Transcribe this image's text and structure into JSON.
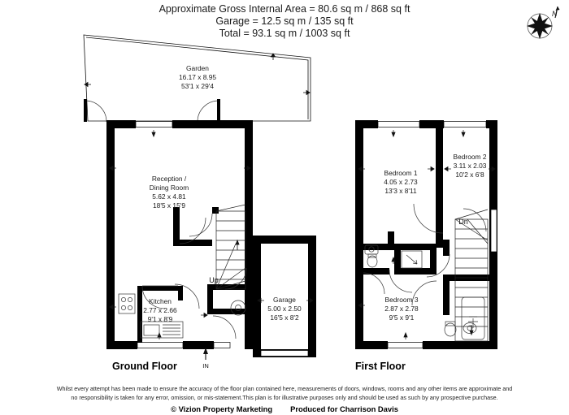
{
  "header": {
    "line1": "Approximate Gross Internal Area = 80.6 sq m / 868 sq ft",
    "line2": "Garage = 12.5 sq m / 135 sq ft",
    "line3": "Total = 93.1 sq m / 1003 sq ft"
  },
  "compass": {
    "north_label": "N",
    "icon": "compass-rose-icon"
  },
  "floors": [
    {
      "id": "ground",
      "title": "Ground Floor"
    },
    {
      "id": "first",
      "title": "First Floor"
    }
  ],
  "rooms": {
    "garden": {
      "name": "Garden",
      "metric": "16.17 x 8.95",
      "imperial": "53'1 x 29'4"
    },
    "reception": {
      "name_line1": "Reception /",
      "name_line2": "Dining Room",
      "metric": "5.62 x 4.81",
      "imperial": "18'5 x 15'9"
    },
    "kitchen": {
      "name": "Kitchen",
      "metric": "2.77 x 2.66",
      "imperial": "9'1 x 8'9"
    },
    "garage": {
      "name": "Garage",
      "metric": "5.00 x 2.50",
      "imperial": "16'5 x 8'2"
    },
    "bedroom1": {
      "name": "Bedroom 1",
      "metric": "4.05 x 2.73",
      "imperial": "13'3 x 8'11"
    },
    "bedroom2": {
      "name": "Bedroom 2",
      "metric": "3.11 x 2.03",
      "imperial": "10'2 x 6'8"
    },
    "bedroom3": {
      "name": "Bedroom 3",
      "metric": "2.87 x 2.78",
      "imperial": "9'5 x 9'1"
    }
  },
  "markers": {
    "stairs_up": "Up",
    "stairs_down": "Dn",
    "entrance": "IN"
  },
  "footer": {
    "disclaimer_line1": "Whilst every attempt has been made to ensure the accuracy of the floor plan contained here, measurements of doors, windows, rooms and any other items are approximate and",
    "disclaimer_line2": "no responsibility is taken for any error, omission, or mis-statement.This plan is for illustrative purposes only and should be used as such by any prospective purchase.",
    "copyright": "© Vizion Property Marketing",
    "produced_for": "Produced for Charrison Davis"
  },
  "colors": {
    "wall": "#000000",
    "text": "#1a1a1a",
    "thin_line": "#222222"
  }
}
